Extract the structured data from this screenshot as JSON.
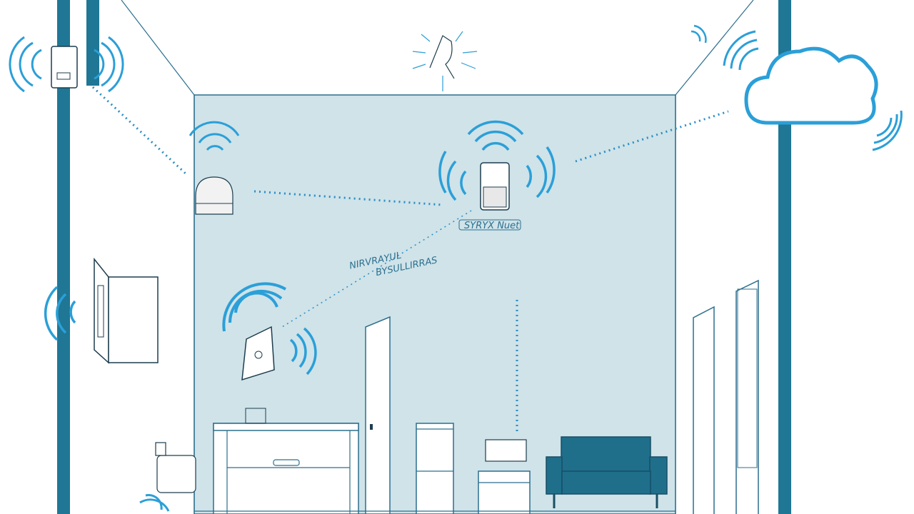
{
  "labels": {
    "hub_caption": "SYRYX Nuet",
    "link_caption_line1": "NIRVRAYUL",
    "link_caption_line2": "BYSULLIRRAS"
  },
  "colors": {
    "wall_fill": "#cfe3e9",
    "pillar": "#1f7795",
    "signal": "#2b9fd8",
    "outline": "#2c6f8e",
    "dotted_link": "#2b8ec4",
    "sofa": "#1f6f8b",
    "device_body": "#ffffff",
    "line": "#1d3d4e"
  },
  "devices": [
    {
      "id": "wall-plug-repeater",
      "icon": "plug-in-extender"
    },
    {
      "id": "ceiling-dome-sensor",
      "icon": "dome-sensor"
    },
    {
      "id": "central-hub",
      "icon": "smart-hub"
    },
    {
      "id": "cloud",
      "icon": "cloud"
    },
    {
      "id": "door-contact-sensor",
      "icon": "door-sensor"
    },
    {
      "id": "wall-smart-plug",
      "icon": "smart-plug"
    },
    {
      "id": "ceiling-lamp",
      "icon": "light-bulb"
    },
    {
      "id": "floor-plug",
      "icon": "floor-adapter"
    }
  ]
}
